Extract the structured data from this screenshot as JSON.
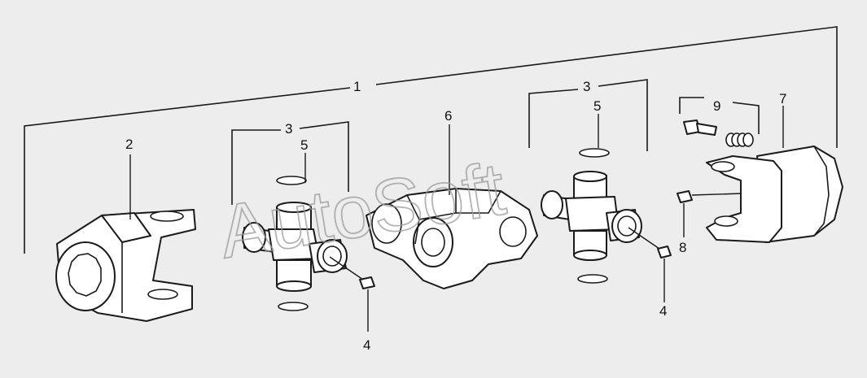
{
  "watermark": "AutoSoft",
  "callouts": {
    "c1": "1",
    "c2": "2",
    "c3a": "3",
    "c3b": "3",
    "c4a": "4",
    "c4b": "4",
    "c5a": "5",
    "c5b": "5",
    "c6": "6",
    "c7": "7",
    "c8": "8",
    "c9": "9"
  },
  "colors": {
    "background": "#ededed",
    "outline": "#1a1a1a",
    "watermark": "#9a9a9a"
  }
}
